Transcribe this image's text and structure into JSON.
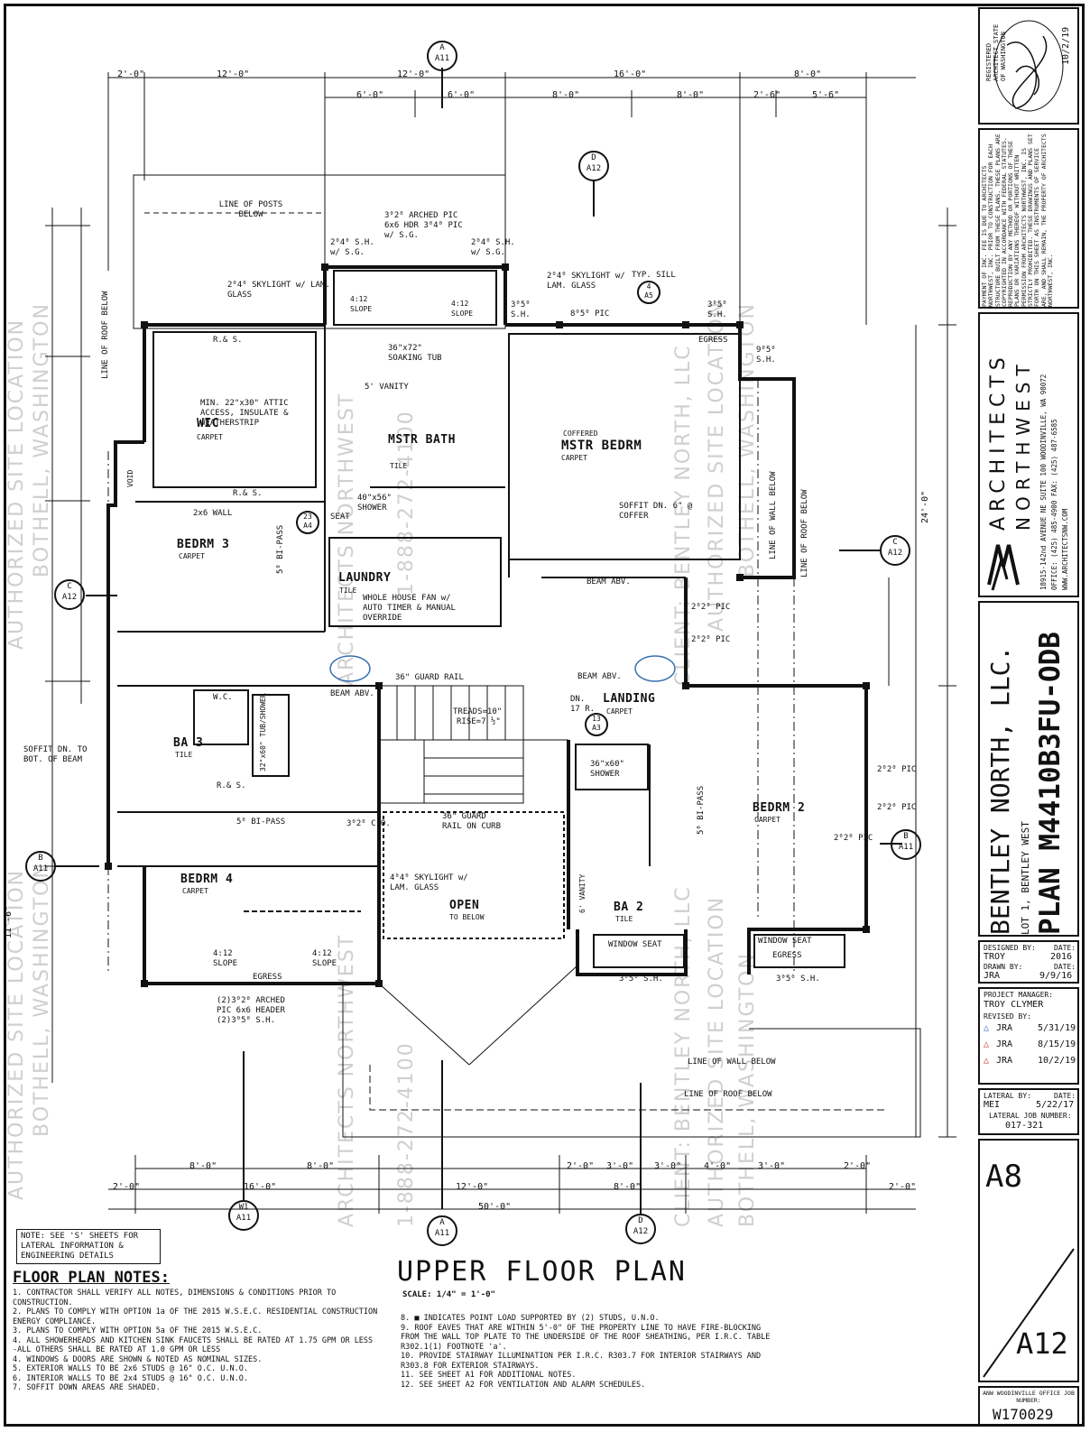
{
  "plan": {
    "title": "UPPER FLOOR PLAN",
    "scale": "SCALE: 1/4\" = 1'-0\"",
    "lateral_note": "NOTE: SEE 'S' SHEETS FOR LATERAL INFORMATION & ENGINEERING DETAILS"
  },
  "rooms": {
    "wic": {
      "name": "WIC",
      "finish": "CARPET"
    },
    "mstr_bath": {
      "name": "MSTR BATH",
      "finish": "TILE"
    },
    "mstr_bedrm": {
      "name": "MSTR BEDRM",
      "finish": "CARPET",
      "note": "COFFERED"
    },
    "bedrm3": {
      "name": "BEDRM 3",
      "finish": "CARPET"
    },
    "laundry": {
      "name": "LAUNDRY",
      "finish": "TILE"
    },
    "landing": {
      "name": "LANDING",
      "finish": "CARPET"
    },
    "ba3": {
      "name": "BA 3",
      "finish": "TILE"
    },
    "bedrm2": {
      "name": "BEDRM 2",
      "finish": "CARPET"
    },
    "bedrm4": {
      "name": "BEDRM 4",
      "finish": "CARPET"
    },
    "open": {
      "name": "OPEN",
      "finish": "TO BELOW"
    },
    "ba2": {
      "name": "BA 2",
      "finish": "TILE"
    },
    "void": {
      "name": "VOID"
    }
  },
  "labels": {
    "line_posts": "LINE OF POSTS BELOW",
    "skylight_left": "2⁰4⁰ SKYLIGHT w/ LAM. GLASS",
    "skylight_right": "2⁰4⁰ SKYLIGHT w/ LAM. GLASS",
    "arched_pic": "3⁰2⁰ ARCHED PIC 6x6 HDR 3⁰4⁰ PIC w/ S.G.",
    "sh_left": "2⁰4⁰ S.H. w/ S.G.",
    "sh_right": "2⁰4⁰ S.H. w/ S.G.",
    "typ_sill": "TYP. SILL",
    "pic_805": "8⁰5⁰ PIC",
    "sh_305_a": "3⁰5⁰ S.H.",
    "sh_305_b": "3⁰5⁰ S.H.",
    "sh_905": "9⁰5⁰ S.H.",
    "egress": "EGRESS",
    "soaking_tub": "36\"x72\" SOAKING TUB",
    "vanity5": "5' VANITY",
    "attic": "MIN. 22\"x30\" ATTIC ACCESS, INSULATE & WEATHERSTRIP",
    "shower_40": "40\"x56\" SHOWER",
    "soffit_coffer": "SOFFIT DN. 6\" @ COFFER",
    "wall_2x6": "2x6 WALL",
    "whole_fan": "WHOLE HOUSE FAN w/ AUTO TIMER & MANUAL OVERRIDE",
    "beam_abv": "BEAM ABV.",
    "guard_rail": "36\" GUARD RAIL",
    "treads": "TREADS=10\"",
    "rise": "RISE=7 ½\"",
    "dn_17r": "DN. 17 R.",
    "soffit_beam": "SOFFIT DN. TO BOT. OF BEAM",
    "tub_shower": "32\"x60\" TUB/SHOWER",
    "shower_36": "36\"x60\" SHOWER",
    "bipass5": "5⁰ BI-PASS",
    "guard_curb": "36\" GUARD RAIL ON CURB",
    "skylight_open": "4⁰4⁰ SKYLIGHT w/ LAM. GLASS",
    "window_seat": "WINDOW SEAT",
    "line_wall_below": "LINE OF WALL BELOW",
    "line_roof_below": "LINE OF ROOF BELOW",
    "arched_bottom": "(2)3⁰2⁰ ARCHED PIC 6x6 HEADER (2)3⁰5⁰ S.H.",
    "slope": "4:12 SLOPE",
    "vanity6": "6' VANITY",
    "pic_2020": "2⁰2⁰ PIC",
    "co_3020": "3⁰2⁰ C.O.",
    "rs": "R.& S.",
    "wc": "W.C.",
    "seat": "SEAT"
  },
  "dimensions": {
    "top_row1": [
      "2'-0\"",
      "12'-0\"",
      "12'-0\"",
      "16'-0\"",
      "8'-0\""
    ],
    "top_row2": [
      "6'-0\"",
      "6'-0\"",
      "8'-0\"",
      "8'-0\"",
      "2'-6\"",
      "5'-6\""
    ],
    "bottom_row1": [
      "8'-0\"",
      "8'-0\"",
      "2'-0\"",
      "3'-0\"",
      "3'-0\"",
      "4'-0\"",
      "3'-0\"",
      "2'-0\""
    ],
    "bottom_row2": [
      "2'-0\"",
      "16'-0\"",
      "12'-0\"",
      "8'-0\"",
      "2'-0\""
    ],
    "bottom_total": "50'-0\"",
    "right_total": "24'-0\"",
    "left_total": "11'-6\""
  },
  "sections": [
    {
      "id": "A",
      "sheet": "A11"
    },
    {
      "id": "B",
      "sheet": "A11"
    },
    {
      "id": "C",
      "sheet": "A12"
    },
    {
      "id": "D",
      "sheet": "A12"
    },
    {
      "id": "W1",
      "sheet": "A11"
    },
    {
      "id": "4",
      "sheet": "A5"
    },
    {
      "id": "13",
      "sheet": "A3"
    },
    {
      "id": "23",
      "sheet": "A4"
    }
  ],
  "notes": {
    "heading": "FLOOR PLAN NOTES:",
    "items": [
      "1.  CONTRACTOR SHALL VERIFY ALL NOTES, DIMENSIONS & CONDITIONS PRIOR TO CONSTRUCTION.",
      "2.  PLANS TO COMPLY WITH OPTION 1a OF THE 2015 W.S.E.C. RESIDENTIAL CONSTRUCTION ENERGY COMPLIANCE.",
      "3.  PLANS TO COMPLY WITH OPTION 5a OF THE 2015 W.S.E.C.",
      "4.  ALL SHOWERHEADS AND KITCHEN SINK FAUCETS SHALL BE RATED AT 1.75 GPM OR LESS",
      "    -ALL OTHERS SHALL BE RATED AT 1.0 GPM OR LESS",
      "4.  WINDOWS & DOORS ARE SHOWN & NOTED AS NOMINAL SIZES.",
      "5.  EXTERIOR WALLS TO BE 2x6 STUDS @ 16\" O.C. U.N.O.",
      "6.  INTERIOR WALLS TO BE 2x4 STUDS @ 16\" O.C. U.N.O.",
      "7.  SOFFIT DOWN AREAS ARE SHADED."
    ],
    "items_right": [
      "8.  ■ INDICATES POINT LOAD SUPPORTED BY (2) STUDS, U.N.O.",
      "9.  ROOF EAVES THAT ARE WITHIN 5'-0\" OF THE PROPERTY LINE TO HAVE FIRE-BLOCKING FROM THE WALL TOP PLATE TO THE UNDERSIDE OF THE ROOF SHEATHING, PER I.R.C. TABLE R302.1(1) FOOTNOTE 'a'.",
      "10. PROVIDE STAIRWAY ILLUMINATION PER I.R.C. R303.7 FOR INTERIOR STAIRWAYS AND R303.8 FOR EXTERIOR STAIRWAYS.",
      "11. SEE SHEET A1 FOR ADDITIONAL NOTES.",
      "12. SEE SHEET A2 FOR VENTILATION AND ALARM SCHEDULES."
    ]
  },
  "title_block": {
    "architect_stamp": "REGISTERED ARCHITECT STATE OF WASHINGTON",
    "stamp_date": "10/2/19",
    "copyright": "PAYMENT OF INC. FEE IS DUE TO ARCHITECTS NORTHWEST, INC. PRIOR TO CONSTRUCTION FOR EACH STRUCTURE BUILT FROM THESE PLANS. THESE PLANS ARE COPYRIGHTED IN ACCORDANCE WITH FEDERAL STATUTES. REPRODUCTION BY ANY METHOD OR PORTIONS OF THESE PLANS OR VARIATIONS THEREOF WITHOUT WRITTEN PERMISSION FROM ARCHITECTS NORTHWEST, INC. IS STRICTLY PROHIBITED. THESE DRAWINGS AND PLANS SET FORTH ON THIS SHEET AS INSTRUMENTS OF SERVICE ARE, AND SHALL REMAIN, THE PROPERTY OF ARCHITECTS NORTHWEST, INC.",
    "firm_name": "ARCHITECTS",
    "firm_name2": "NORTHWEST",
    "firm_address": "18915-142nd AVENUE NE SUITE 100  WOODINVILLE, WA 98072",
    "firm_phone": "OFFICE: (425) 485-4900  FAX: (425) 487-6585",
    "firm_web": "WWW.ARCHITECTSNW.COM",
    "client": "BENTLEY NORTH, LLC.",
    "lot": "LOT 1, BENTLEY WEST",
    "plan_no": "PLAN M4410B3FU-ODB",
    "designed_by_label": "DESIGNED BY:",
    "designed_by": "TROY",
    "designed_date": "2016",
    "drawn_by_label": "DRAWN BY:",
    "drawn_by": "JRA",
    "drawn_date": "9/9/16",
    "date_label": "DATE:",
    "pm_label": "PROJECT MANAGER:",
    "pm": "TROY CLYMER",
    "revised_label": "REVISED BY:",
    "revisions": [
      {
        "n": "1",
        "by": "JRA",
        "date": "5/31/19"
      },
      {
        "n": "2",
        "by": "JRA",
        "date": "8/15/19"
      },
      {
        "n": "3",
        "by": "JRA",
        "date": "10/2/19"
      }
    ],
    "lateral_label": "LATERAL BY:",
    "lateral_by": "MEI",
    "lateral_date": "5/22/17",
    "lateral_job_label": "LATERAL JOB NUMBER:",
    "lateral_job": "017-321",
    "sheet": "A8",
    "sheet_total": "A12",
    "office_label": "ANW WOODINVILLE OFFICE JOB NUMBER:",
    "job_number": "W170029"
  },
  "watermark": {
    "lines": [
      "ARCHITECTS NORTHWEST",
      "1-888-272-4100",
      "CLIENT: BENTLEY NORTH, LLC",
      "AUTHORIZED SITE LOCATION",
      "BOTHELL, WASHINGTON"
    ]
  },
  "colors": {
    "ink": "#111111",
    "watermark": "#cfcfcf",
    "revision": "#c0392b"
  }
}
